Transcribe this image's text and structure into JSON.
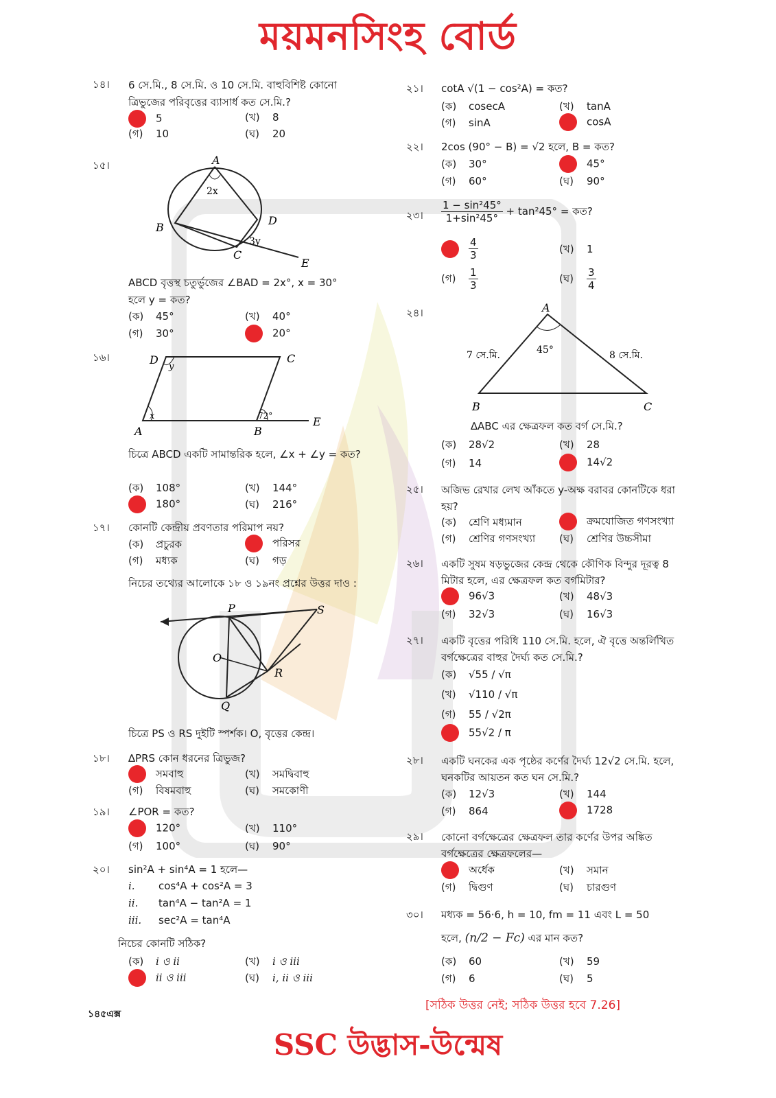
{
  "title": "ময়মনসিংহ বোর্ড",
  "footer": "SSC উদ্ভাস-উন্মেষ",
  "page_number": "১৪৫এক্স",
  "bottom_note": "[সঠিক উত্তর নেই; সঠিক উত্তর হবে 7.26]",
  "colors": {
    "accent_red": "#e0262c",
    "answer_dot": "#e8262b"
  },
  "q14": {
    "num": "১৪।",
    "text": "6 সে.মি., 8 সে.মি. ও 10 সে.মি. বাহুবিশিষ্ট কোনো ত্রিভুজের পরিবৃত্তের ব্যাসার্ধ কত সে.মি.?",
    "opts": [
      {
        "l": "",
        "v": "5"
      },
      {
        "l": "(খ)",
        "v": "8"
      },
      {
        "l": "(গ)",
        "v": "10"
      },
      {
        "l": "(ঘ)",
        "v": "20"
      }
    ]
  },
  "q15": {
    "num": "১৫।",
    "text1": "ABCD বৃত্তস্থ চতুর্ভুজের ∠BAD = 2x°, x = 30°",
    "text2": "হলে y = কত?",
    "fig": {
      "A": "A",
      "B": "B",
      "C": "C",
      "D": "D",
      "E": "E",
      "a1": "2x",
      "a2": "3y"
    },
    "opts": [
      {
        "l": "(ক)",
        "v": "45°"
      },
      {
        "l": "(খ)",
        "v": "40°"
      },
      {
        "l": "(গ)",
        "v": "30°"
      },
      {
        "l": "",
        "v": "20°"
      }
    ]
  },
  "q16": {
    "num": "১৬।",
    "text": "চিত্রে ABCD একটি সামান্তরিক হলে, ∠x + ∠y = কত?",
    "fig": {
      "A": "A",
      "B": "B",
      "C": "C",
      "D": "D",
      "E": "E",
      "x": "x",
      "y": "y",
      "a": "72°"
    },
    "opts": [
      {
        "l": "(ক)",
        "v": "108°"
      },
      {
        "l": "(খ)",
        "v": "144°"
      },
      {
        "l": "",
        "v": "180°"
      },
      {
        "l": "(ঘ)",
        "v": "216°"
      }
    ]
  },
  "q17": {
    "num": "১৭।",
    "text": "কোনটি কেন্দ্রীয় প্রবণতার পরিমাপ নয়?",
    "opts": [
      {
        "l": "(ক)",
        "v": "প্রচুরক"
      },
      {
        "l": "",
        "v": "পরিসর"
      },
      {
        "l": "(গ)",
        "v": "মধ্যক"
      },
      {
        "l": "(ঘ)",
        "v": "গড়"
      }
    ]
  },
  "info": {
    "text": "নিচের তথ্যের আলোকে ১৮ ও ১৯নং প্রশ্নের উত্তর দাও :",
    "fig": {
      "P": "P",
      "S": "S",
      "O": "O",
      "R": "R",
      "Q": "Q"
    },
    "caption": "চিত্রে PS ও RS দুইটি স্পর্শক। O, বৃত্তের কেন্দ্র।"
  },
  "q18": {
    "num": "১৮।",
    "text": "∆PRS কোন ধরনের ত্রিভুজ?",
    "opts": [
      {
        "l": "",
        "v": "সমবাহু"
      },
      {
        "l": "(খ)",
        "v": "সমদ্বিবাহু"
      },
      {
        "l": "(গ)",
        "v": "বিষমবাহু"
      },
      {
        "l": "(ঘ)",
        "v": "সমকোণী"
      }
    ]
  },
  "q19": {
    "num": "১৯।",
    "text": "∠POR = কত?",
    "opts": [
      {
        "l": "",
        "v": "120°"
      },
      {
        "l": "(খ)",
        "v": "110°"
      },
      {
        "l": "(গ)",
        "v": "100°"
      },
      {
        "l": "(ঘ)",
        "v": "90°"
      }
    ]
  },
  "q20": {
    "num": "২০।",
    "text": "sin²A + sin⁴A = 1 হলে—",
    "items": [
      {
        "r": "i.",
        "v": "cos⁴A + cos²A = 3"
      },
      {
        "r": "ii.",
        "v": "tan⁴A − tan²A = 1"
      },
      {
        "r": "iii.",
        "v": "sec²A = tan⁴A"
      }
    ],
    "ask": "নিচের কোনটি সঠিক?",
    "opts": [
      {
        "l": "(ক)",
        "v": "i ও ii"
      },
      {
        "l": "(খ)",
        "v": "i ও iii"
      },
      {
        "l": "",
        "v": "ii ও iii"
      },
      {
        "l": "(ঘ)",
        "v": "i, ii ও iii"
      }
    ]
  },
  "q21": {
    "num": "২১।",
    "text": "cotA √(1 − cos²A) = কত?",
    "opts": [
      {
        "l": "(ক)",
        "v": "cosecA"
      },
      {
        "l": "(খ)",
        "v": "tanA"
      },
      {
        "l": "(গ)",
        "v": "sinA"
      },
      {
        "l": "",
        "v": "cosA"
      }
    ]
  },
  "q22": {
    "num": "২২।",
    "text": "2cos (90° − B) = √2 হলে, B = কত?",
    "opts": [
      {
        "l": "(ক)",
        "v": "30°"
      },
      {
        "l": "",
        "v": "45°"
      },
      {
        "l": "(গ)",
        "v": "60°"
      },
      {
        "l": "(ঘ)",
        "v": "90°"
      }
    ]
  },
  "q23": {
    "num": "২৩।",
    "fn": "1 − sin²45°",
    "fd": "1+sin²45°",
    "tail": "+ tan²45° = কত?",
    "opts": [
      {
        "l": "",
        "n": "4",
        "d": "3"
      },
      {
        "l": "(খ)",
        "v": "1"
      },
      {
        "l": "(গ)",
        "n": "1",
        "d": "3"
      },
      {
        "l": "(ঘ)",
        "n": "3",
        "d": "4"
      }
    ]
  },
  "q24": {
    "num": "২৪।",
    "fig": {
      "A": "A",
      "B": "B",
      "C": "C",
      "ab": "7 সে.মি.",
      "ac": "8 সে.মি.",
      "ang": "45°"
    },
    "text": "∆ABC এর ক্ষেত্রফল কত বর্গ সে.মি.?",
    "opts": [
      {
        "l": "(ক)",
        "v": "28√2"
      },
      {
        "l": "(খ)",
        "v": "28"
      },
      {
        "l": "(গ)",
        "v": "14"
      },
      {
        "l": "",
        "v": "14√2"
      }
    ]
  },
  "q25": {
    "num": "২৫।",
    "text": "অজিভ রেখার লেখ আঁকতে y-অক্ষ বরাবর কোনটিকে ধরা হয়?",
    "opts": [
      {
        "l": "(ক)",
        "v": "শ্রেণি মধ্যমান"
      },
      {
        "l": "",
        "v": "ক্রমযোজিত গণসংখ্যা"
      },
      {
        "l": "(গ)",
        "v": "শ্রেণির গণসংখ্যা"
      },
      {
        "l": "(ঘ)",
        "v": "শ্রেণির উচ্চসীমা"
      }
    ]
  },
  "q26": {
    "num": "২৬।",
    "text": "একটি সুষম ষড়ভুজের কেন্দ্র থেকে কৌণিক বিন্দুর দূরত্ব 8 মিটার হলে, এর ক্ষেত্রফল কত বর্গমিটার?",
    "opts": [
      {
        "l": "",
        "v": "96√3"
      },
      {
        "l": "(খ)",
        "v": "48√3"
      },
      {
        "l": "(গ)",
        "v": "32√3"
      },
      {
        "l": "(ঘ)",
        "v": "16√3"
      }
    ]
  },
  "q27": {
    "num": "২৭।",
    "text": "একটি বৃত্তের পরিধি 110 সে.মি. হলে, ঐ বৃত্তে অন্তর্লিখিত বর্গক্ষেত্রের বাহুর দৈর্ঘ্য কত সে.মি.?",
    "opts": [
      {
        "l": "(ক)",
        "v": "√55 / √π"
      },
      {
        "l": "(খ)",
        "v": "√110 / √π"
      },
      {
        "l": "(গ)",
        "v": "55 / √2π"
      },
      {
        "l": "",
        "v": "55√2 / π"
      }
    ]
  },
  "q28": {
    "num": "২৮।",
    "text": "একটি ঘনকের এক পৃষ্ঠের কর্ণের দৈর্ঘ্য 12√2 সে.মি. হলে, ঘনকটির আয়তন কত ঘন সে.মি.?",
    "opts": [
      {
        "l": "(ক)",
        "v": "12√3"
      },
      {
        "l": "(খ)",
        "v": "144"
      },
      {
        "l": "(গ)",
        "v": "864"
      },
      {
        "l": "",
        "v": "1728"
      }
    ]
  },
  "q29": {
    "num": "২৯।",
    "text": "কোনো বর্গক্ষেত্রের ক্ষেত্রফল তার কর্ণের উপর অঙ্কিত বর্গক্ষেত্রের ক্ষেত্রফলের—",
    "opts": [
      {
        "l": "",
        "v": "অর্ধেক"
      },
      {
        "l": "(খ)",
        "v": "সমান"
      },
      {
        "l": "(গ)",
        "v": "দ্বিগুণ"
      },
      {
        "l": "(ঘ)",
        "v": "চারগুণ"
      }
    ]
  },
  "q30": {
    "num": "৩০।",
    "text": "মধ্যক = 56·6, h = 10, fm = 11 এবং L = 50",
    "text2a": "হলে,",
    "text2b": "(n/2 − Fc)",
    "text2c": "এর মান কত?",
    "opts": [
      {
        "l": "(ক)",
        "v": "60"
      },
      {
        "l": "(খ)",
        "v": "59"
      },
      {
        "l": "(গ)",
        "v": "6"
      },
      {
        "l": "(ঘ)",
        "v": "5"
      }
    ]
  }
}
